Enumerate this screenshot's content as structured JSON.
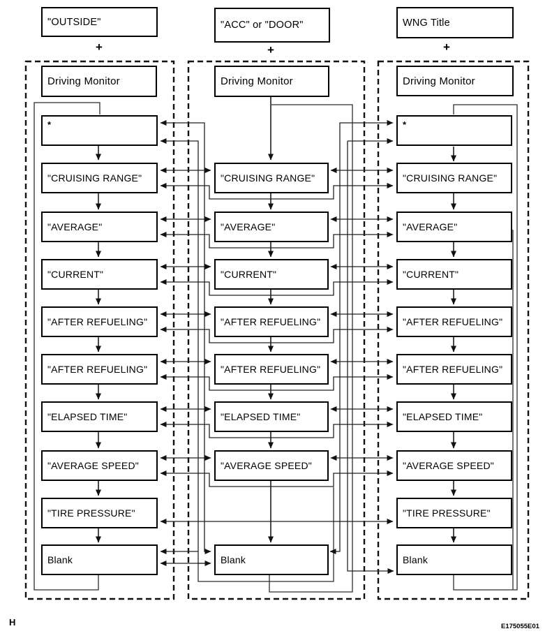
{
  "diagram": {
    "plus": "+",
    "footer_left": "H",
    "footer_right": "E175055E01",
    "columns": [
      {
        "header": "\"OUTSIDE\"",
        "monitor": "Driving Monitor",
        "items": [
          "*",
          "\"CRUISING RANGE\"",
          "\"AVERAGE\"",
          "\"CURRENT\"",
          "\"AFTER REFUELING\"",
          "\"AFTER REFUELING\"",
          "\"ELAPSED TIME\"",
          "\"AVERAGE SPEED\"",
          "\"TIRE PRESSURE\"",
          "Blank"
        ]
      },
      {
        "header": "\"ACC\" or \"DOOR\"",
        "monitor": "Driving Monitor",
        "items": [
          "\"CRUISING RANGE\"",
          "\"AVERAGE\"",
          "\"CURRENT\"",
          "\"AFTER REFUELING\"",
          "\"AFTER REFUELING\"",
          "\"ELAPSED TIME\"",
          "\"AVERAGE SPEED\"",
          "Blank"
        ]
      },
      {
        "header": "WNG Title",
        "monitor": "Driving Monitor",
        "items": [
          "*",
          "\"CRUISING RANGE\"",
          "\"AVERAGE\"",
          "\"CURRENT\"",
          "\"AFTER REFUELING\"",
          "\"AFTER REFUELING\"",
          "\"ELAPSED TIME\"",
          "\"AVERAGE SPEED\"",
          "\"TIRE PRESSURE\"",
          "Blank"
        ]
      }
    ]
  }
}
